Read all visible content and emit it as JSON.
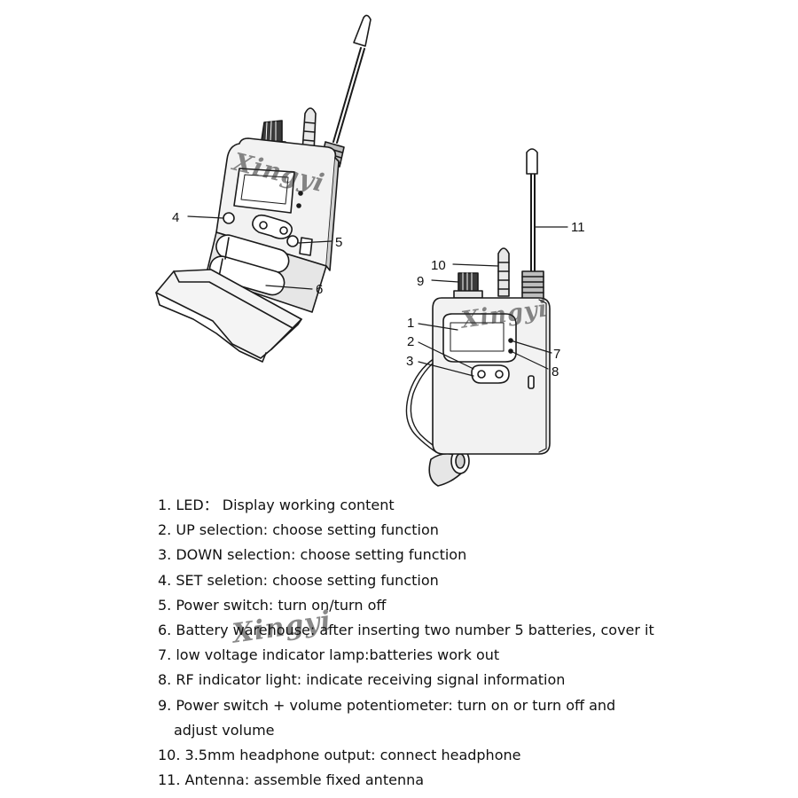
{
  "callouts": {
    "c1": "1",
    "c2": "2",
    "c3": "3",
    "c4": "4",
    "c5": "5",
    "c6": "6",
    "c7": "7",
    "c8": "8",
    "c9": "9",
    "c10": "10",
    "c11": "11"
  },
  "legend": [
    {
      "text": "1. LED：  Display working content"
    },
    {
      "text": "2. UP selection: choose setting function"
    },
    {
      "text": "3. DOWN selection: choose setting function"
    },
    {
      "text": "4. SET seletion: choose setting function"
    },
    {
      "text": "5. Power switch: turn on/turn off"
    },
    {
      "text": "6. Battery warehouse: after inserting two number 5 batteries, cover it"
    },
    {
      "text": "7. low voltage indicator lamp:batteries work out"
    },
    {
      "text": "8. RF indicator light: indicate receiving signal information"
    },
    {
      "text": "9. Power switch + volume potentiometer: turn on or turn off and",
      "cont": "adjust volume"
    },
    {
      "text": "10. 3.5mm headphone output: connect headphone"
    },
    {
      "text": "11. Antenna: assemble fixed antenna"
    }
  ],
  "watermark": "Xingyi",
  "colors": {
    "line": "#1a1a1a",
    "body_fill": "#f2f2f2",
    "shade": "#bdbdbd"
  }
}
